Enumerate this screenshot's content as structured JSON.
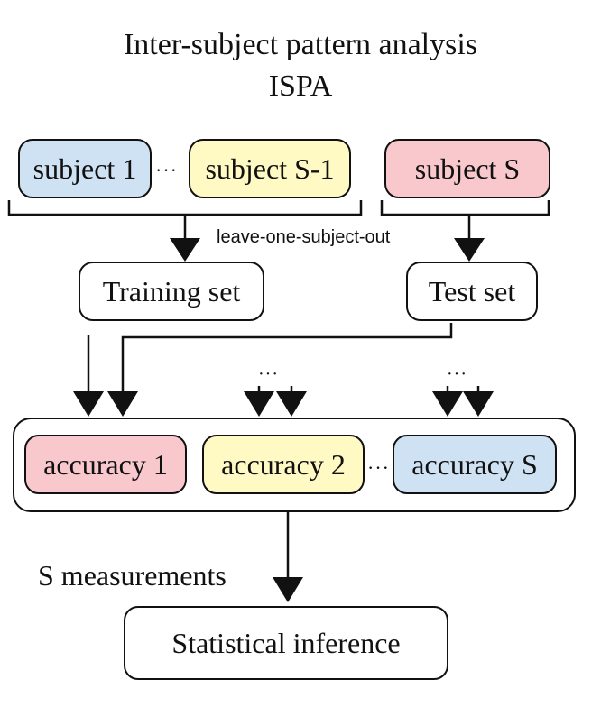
{
  "title": {
    "line1": "Inter-subject pattern analysis",
    "line2": "ISPA"
  },
  "subjects": {
    "first": "subject 1",
    "ellipsis": "···",
    "penultimate": "subject S-1",
    "last": "subject S"
  },
  "split_label": "leave-one-subject-out",
  "training_set": "Training set",
  "test_set": "Test set",
  "more_arrows": "···",
  "accuracies": {
    "first": "accuracy 1",
    "second": "accuracy 2",
    "ellipsis": "···",
    "last": "accuracy S"
  },
  "measurements_label": "S measurements",
  "inference": "Statistical inference",
  "colors": {
    "blue": "#cfe2f3",
    "yellow": "#fff9c4",
    "red": "#f8c8cc",
    "stroke": "#111111"
  }
}
